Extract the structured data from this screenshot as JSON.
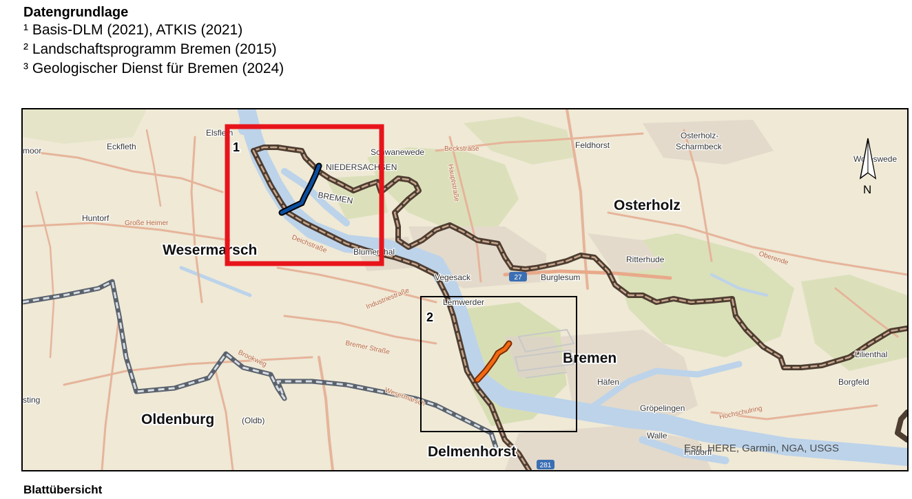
{
  "legend": {
    "title": "Datengrundlage",
    "items": [
      "¹ Basis-DLM (2021), ATKIS (2021)",
      "² Landschaftsprogramm Bremen (2015)",
      "³ Geologischer Dienst für Bremen (2024)"
    ]
  },
  "map": {
    "region_labels": {
      "wesermarsch": "Wesermarsch",
      "oldenburg": "Oldenburg",
      "oldenburg_suffix": "(Oldb)",
      "osterholz": "Osterholz",
      "bremen": "Bremen",
      "delmenhorst": "Delmenhorst"
    },
    "place_labels": {
      "elsfleth": "Elsfleth",
      "eckfleth": "Eckfleth",
      "moor": "moor",
      "huntorf": "Huntorf",
      "schwanewede": "Schwanewede",
      "niedersachsen": "NIEDERSACHSEN",
      "bremen_small": "BREMEN",
      "blumenthal": "Blumenthal",
      "vegesack": "Vegesack",
      "burglesum": "Burglesum",
      "lemwerder": "Lemwerder",
      "osterholz_scharmbeck_1": "Osterholz-",
      "osterholz_scharmbeck_2": "Scharmbeck",
      "worpswede": "Worpswede",
      "ritterhude": "Ritterhude",
      "lilienthal": "Lilienthal",
      "borgfeld": "Borgfeld",
      "haefen": "Häfen",
      "groepelingen": "Gröpelingen",
      "walle": "Walle",
      "findorff": "Findorff",
      "sting": "sting",
      "feldhorst": "Feldhorst"
    },
    "road_labels": {
      "grosse_heimer": "Große Heimer",
      "deichstrasse": "Deichstraße",
      "industriestrasse": "Industriestraße",
      "bremer_strasse": "Bremer Straße",
      "brookweg": "Brookweg",
      "beckstrasse": "Beckstraße",
      "hauptstrasse": "Hauptstraße",
      "oberende": "Oberende",
      "hochschulring": "Hochschulring",
      "wesermarsch_road": "Wesermarsch",
      "a27": "27",
      "a281": "281"
    },
    "sheets": [
      {
        "number": "1",
        "color": "#e8141b"
      },
      {
        "number": "2",
        "color": "#000000"
      }
    ],
    "north_arrow": "N",
    "attribution": "Esri, HERE, Garmin, NGA, USGS",
    "colors": {
      "water": "#bcd3ea",
      "land": "#efe9d6",
      "green": "#cfd9a8",
      "urban": "#e2d8c8",
      "road": "#e6b49a",
      "boundary_state": "#5b4638",
      "boundary_district": "#555c66",
      "segment_blue": "#0d4fa0",
      "segment_orange": "#f26a14"
    }
  },
  "sheet_overview_title": "Blattübersicht"
}
